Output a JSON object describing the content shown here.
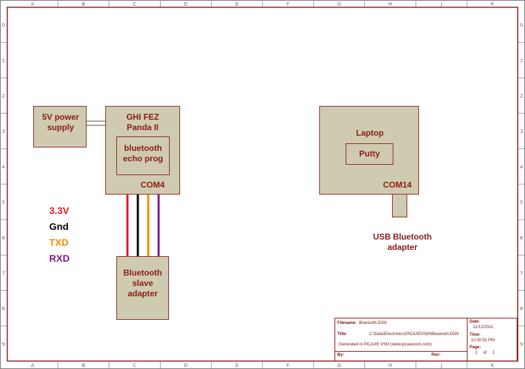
{
  "border": {
    "columns": [
      "A",
      "B",
      "C",
      "D",
      "E",
      "F",
      "G",
      "H",
      "J",
      "K"
    ],
    "rows": [
      "0",
      "1",
      "2",
      "3",
      "4",
      "5",
      "6",
      "7",
      "8",
      "9"
    ]
  },
  "blocks": {
    "power": {
      "line1": "5V power",
      "line2": "supply"
    },
    "fez": {
      "line1": "GHI FEZ",
      "line2": "Panda II",
      "com": "COM4"
    },
    "echo": {
      "line1": "bluetooth",
      "line2": "echo prog"
    },
    "slave": {
      "line1": "Bluetooth",
      "line2": "slave",
      "line3": "adapter"
    },
    "laptop": {
      "title": "Laptop",
      "com": "COM14"
    },
    "putty": {
      "label": "Putty"
    },
    "usb": {
      "line1": "USB Bluetooth",
      "line2": "adapter"
    }
  },
  "wire_legend": [
    {
      "label": "3.3V",
      "color": "#e8141c"
    },
    {
      "label": "Gnd",
      "color": "#000000"
    },
    {
      "label": "TXD",
      "color": "#f28c00"
    },
    {
      "label": "RXD",
      "color": "#7d1a8e"
    }
  ],
  "title_block": {
    "filename_label": "Filename:",
    "filename": "Bluetooth.DSN",
    "title_label": "Title:",
    "title": "C:\\Data\\Electronics\\PICAXEVSM\\Bluetooth.DSN",
    "generated": "Generated in PICAXE VSM (www.picaxevsm.com)",
    "by_label": "By:",
    "rev_label": "Rev:",
    "date_label": "Date:",
    "date": "11/12/2011",
    "time_label": "Time:",
    "time": "10:30:51 PM",
    "page_label": "Page:",
    "page_num": "1",
    "page_of": "of",
    "page_total": "1"
  }
}
